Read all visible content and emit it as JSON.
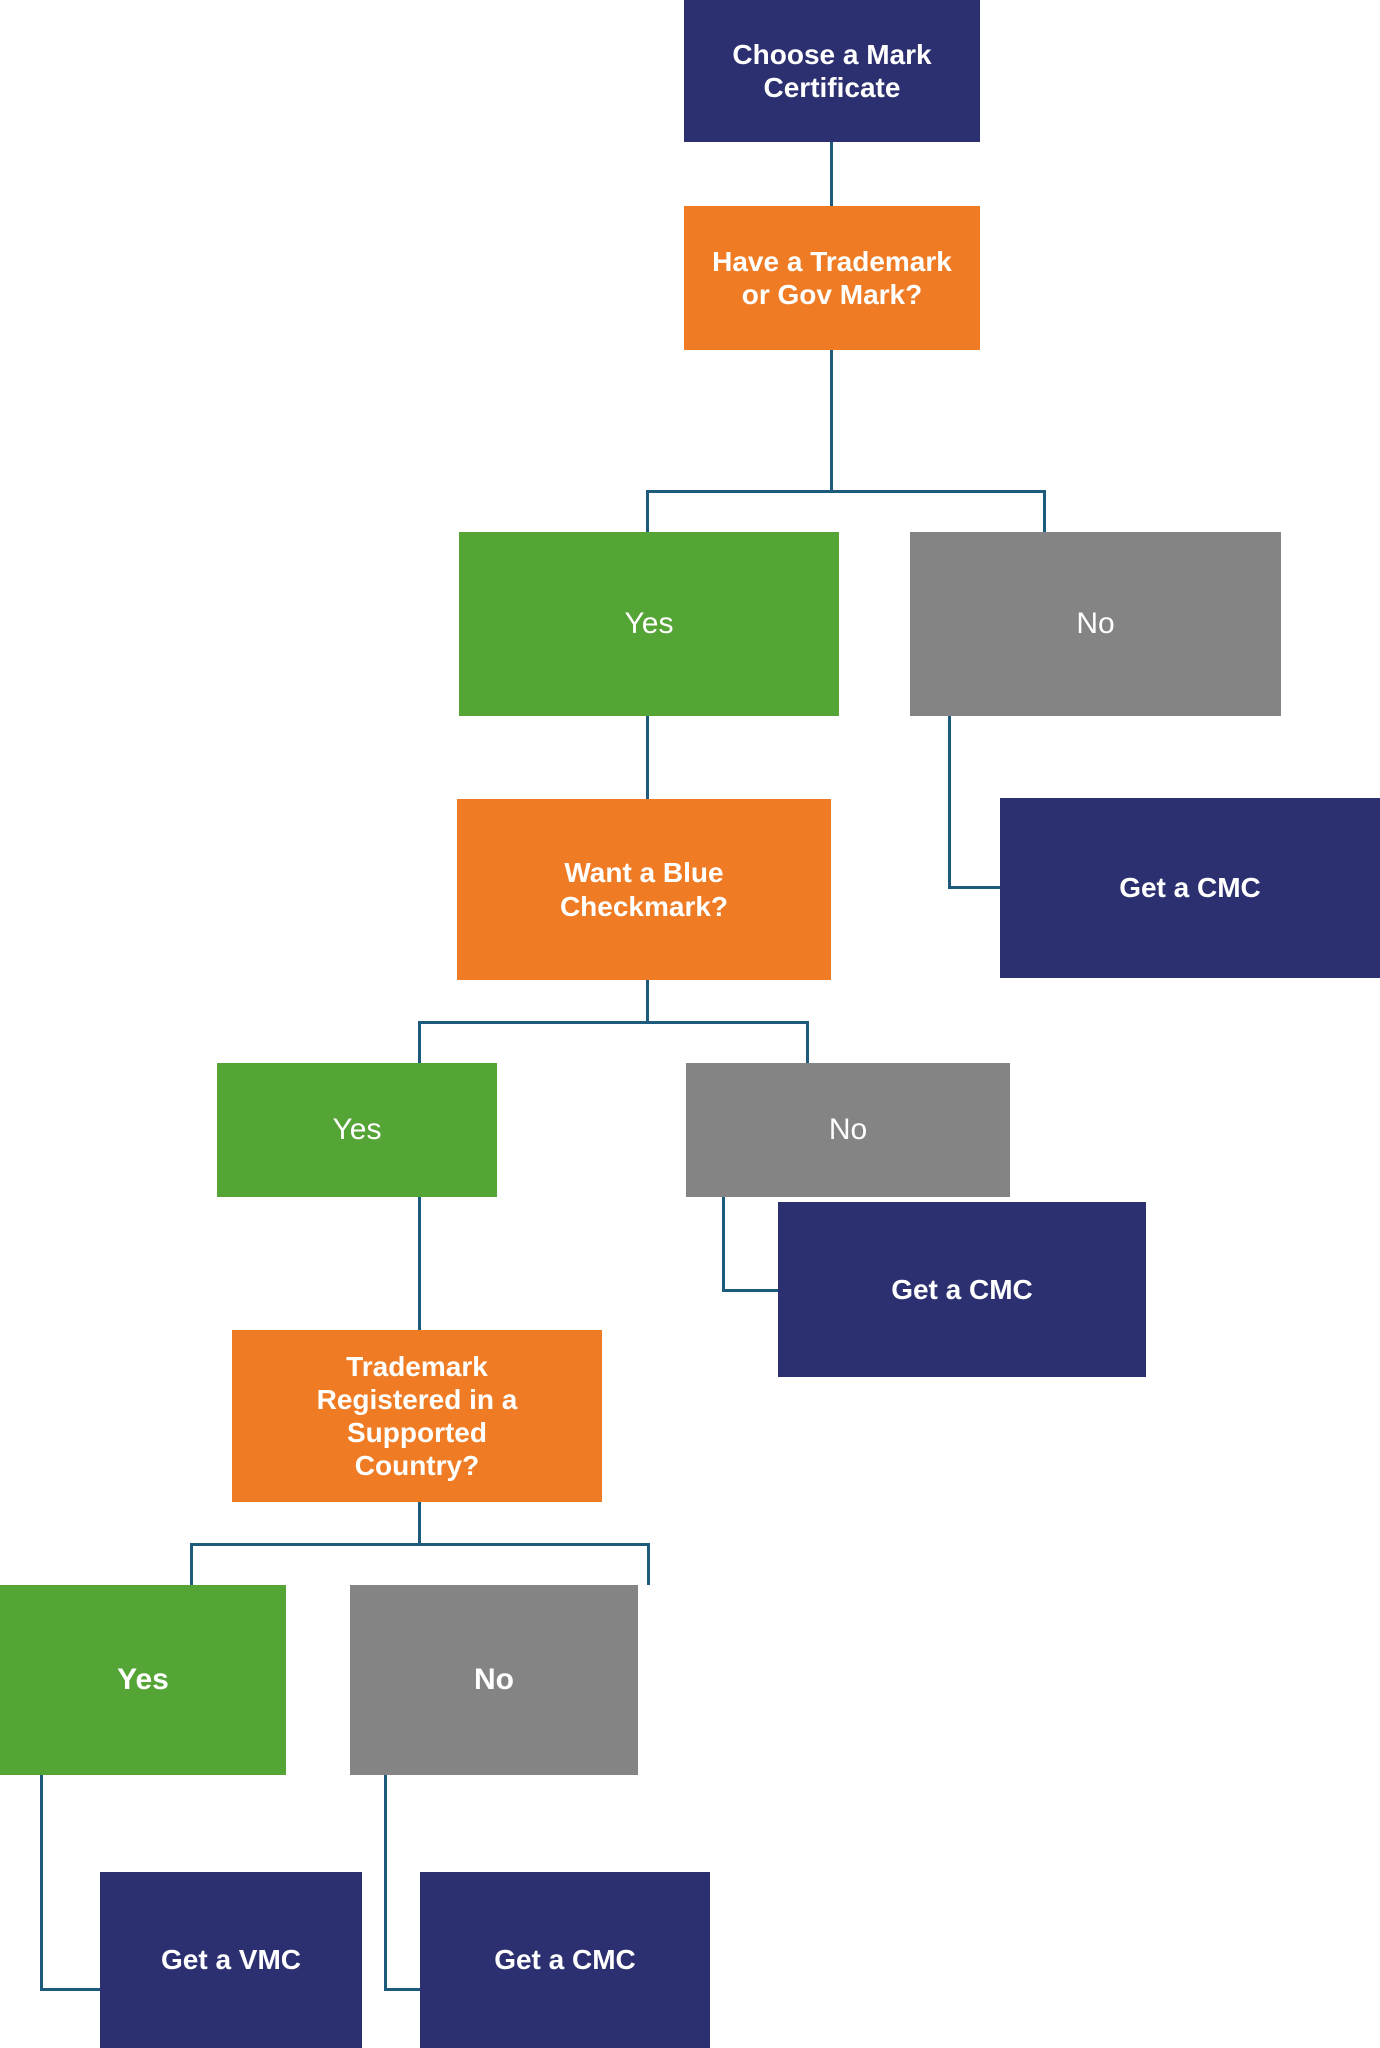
{
  "title": "Choose a Mark Certificate decision flowchart",
  "colors": {
    "navy": "#2c3070",
    "orange": "#ef7c24",
    "green": "#55a436",
    "gray": "#848484",
    "connector": "#1d5b7d",
    "text": "#ffffff",
    "background": "#ffffff"
  },
  "chart_data": {
    "type": "flowchart",
    "title": "Choose a Mark Certificate",
    "nodes": [
      {
        "id": "start",
        "label": "Choose a Mark\nCertificate",
        "kind": "start",
        "color": "#2c3070"
      },
      {
        "id": "q1",
        "label": "Have a Trademark\nor Gov Mark?",
        "kind": "decision",
        "color": "#ef7c24"
      },
      {
        "id": "q1-yes",
        "label": "Yes",
        "kind": "answer",
        "color": "#55a436"
      },
      {
        "id": "q1-no",
        "label": "No",
        "kind": "answer",
        "color": "#848484"
      },
      {
        "id": "q1-no-result",
        "label": "Get a CMC",
        "kind": "outcome",
        "color": "#2c3070"
      },
      {
        "id": "q2",
        "label": "Want a Blue\nCheckmark?",
        "kind": "decision",
        "color": "#ef7c24"
      },
      {
        "id": "q2-yes",
        "label": "Yes",
        "kind": "answer",
        "color": "#55a436"
      },
      {
        "id": "q2-no",
        "label": "No",
        "kind": "answer",
        "color": "#848484"
      },
      {
        "id": "q2-no-result",
        "label": "Get a CMC",
        "kind": "outcome",
        "color": "#2c3070"
      },
      {
        "id": "q3",
        "label": "Trademark\nRegistered in a\nSupported\nCountry?",
        "kind": "decision",
        "color": "#ef7c24"
      },
      {
        "id": "q3-yes",
        "label": "Yes",
        "kind": "answer",
        "color": "#55a436"
      },
      {
        "id": "q3-no",
        "label": "No",
        "kind": "answer",
        "color": "#848484"
      },
      {
        "id": "q3-yes-result",
        "label": "Get a VMC",
        "kind": "outcome",
        "color": "#2c3070"
      },
      {
        "id": "q3-no-result",
        "label": "Get a CMC",
        "kind": "outcome",
        "color": "#2c3070"
      }
    ],
    "edges": [
      {
        "from": "start",
        "to": "q1",
        "label": ""
      },
      {
        "from": "q1",
        "to": "q1-yes",
        "label": "Yes"
      },
      {
        "from": "q1",
        "to": "q1-no",
        "label": "No"
      },
      {
        "from": "q1-no",
        "to": "q1-no-result",
        "label": ""
      },
      {
        "from": "q1-yes",
        "to": "q2",
        "label": ""
      },
      {
        "from": "q2",
        "to": "q2-yes",
        "label": "Yes"
      },
      {
        "from": "q2",
        "to": "q2-no",
        "label": "No"
      },
      {
        "from": "q2-no",
        "to": "q2-no-result",
        "label": ""
      },
      {
        "from": "q2-yes",
        "to": "q3",
        "label": ""
      },
      {
        "from": "q3",
        "to": "q3-yes",
        "label": "Yes"
      },
      {
        "from": "q3",
        "to": "q3-no",
        "label": "No"
      },
      {
        "from": "q3-yes",
        "to": "q3-yes-result",
        "label": ""
      },
      {
        "from": "q3-no",
        "to": "q3-no-result",
        "label": ""
      }
    ]
  },
  "nodes": {
    "start": {
      "label": "Choose a Mark\nCertificate"
    },
    "q1": {
      "label": "Have a Trademark\nor Gov Mark?"
    },
    "q1_yes": {
      "label": "Yes"
    },
    "q1_no": {
      "label": "No"
    },
    "q1_no_result": {
      "label": "Get a CMC"
    },
    "q2": {
      "label": "Want a Blue\nCheckmark?"
    },
    "q2_yes": {
      "label": "Yes"
    },
    "q2_no": {
      "label": "No"
    },
    "q2_no_result": {
      "label": "Get a CMC"
    },
    "q3": {
      "label": "Trademark\nRegistered in a\nSupported\nCountry?"
    },
    "q3_yes": {
      "label": "Yes"
    },
    "q3_no": {
      "label": "No"
    },
    "q3_yes_result": {
      "label": "Get a VMC"
    },
    "q3_no_result": {
      "label": "Get a CMC"
    }
  }
}
